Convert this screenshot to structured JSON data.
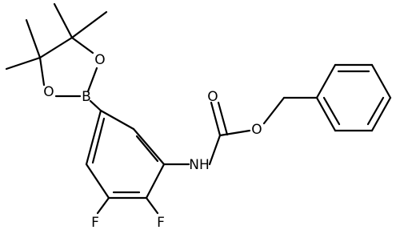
{
  "molecule": {
    "atoms": {
      "b": "B",
      "o_upper": "O",
      "o_lower": "O",
      "f_left": "F",
      "f_right": "F",
      "nh": "NH",
      "o_carbonyl": "O",
      "o_ester": "O"
    }
  }
}
